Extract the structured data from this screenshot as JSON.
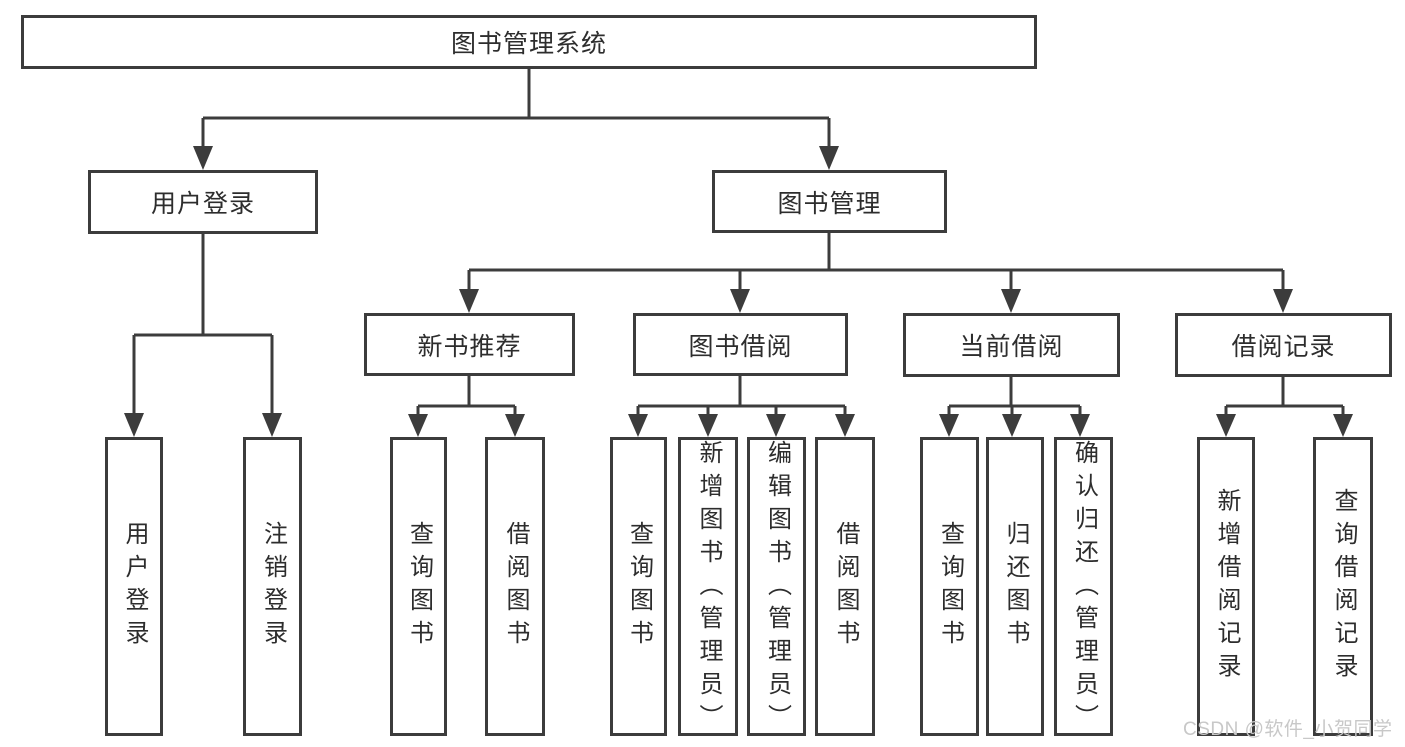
{
  "diagram": {
    "title": "图书管理系统",
    "tree": {
      "root": {
        "id": "root",
        "label": "图书管理系统"
      },
      "level1": [
        {
          "id": "user-login",
          "label": "用户登录",
          "parent": "root"
        },
        {
          "id": "book-management",
          "label": "图书管理",
          "parent": "root"
        }
      ],
      "level2": [
        {
          "id": "new-book-recommend",
          "label": "新书推荐",
          "parent": "book-management"
        },
        {
          "id": "book-borrowing",
          "label": "图书借阅",
          "parent": "book-management"
        },
        {
          "id": "current-borrowing",
          "label": "当前借阅",
          "parent": "book-management"
        },
        {
          "id": "borrowing-records",
          "label": "借阅记录",
          "parent": "book-management"
        }
      ],
      "leaves": [
        {
          "id": "leaf-user-login",
          "label": "用户登录",
          "parent": "user-login"
        },
        {
          "id": "leaf-logout",
          "label": "注销登录",
          "parent": "user-login"
        },
        {
          "id": "leaf-query-books-recommend",
          "label": "查询图书",
          "parent": "new-book-recommend"
        },
        {
          "id": "leaf-borrow-books-recommend",
          "label": "借阅图书",
          "parent": "new-book-recommend"
        },
        {
          "id": "leaf-query-books-borrowing",
          "label": "查询图书",
          "parent": "book-borrowing"
        },
        {
          "id": "leaf-add-books-admin",
          "label": "新增图书（管理员）",
          "parent": "book-borrowing"
        },
        {
          "id": "leaf-edit-books-admin",
          "label": "编辑图书（管理员）",
          "parent": "book-borrowing"
        },
        {
          "id": "leaf-borrow-books-borrowing",
          "label": "借阅图书",
          "parent": "book-borrowing"
        },
        {
          "id": "leaf-query-books-current",
          "label": "查询图书",
          "parent": "current-borrowing"
        },
        {
          "id": "leaf-return-books",
          "label": "归还图书",
          "parent": "current-borrowing"
        },
        {
          "id": "leaf-confirm-return-admin",
          "label": "确认归还（管理员）",
          "parent": "current-borrowing"
        },
        {
          "id": "leaf-add-borrow-record",
          "label": "新增借阅记录",
          "parent": "borrowing-records"
        },
        {
          "id": "leaf-query-borrow-record",
          "label": "查询借阅记录",
          "parent": "borrowing-records"
        }
      ]
    },
    "colors": {
      "line": "#3c3c3c",
      "text": "#2d2d2d",
      "background": "#ffffff",
      "watermark": "#c8c8c8"
    }
  },
  "watermark": {
    "text": "CSDN @软件_小贺同学"
  }
}
